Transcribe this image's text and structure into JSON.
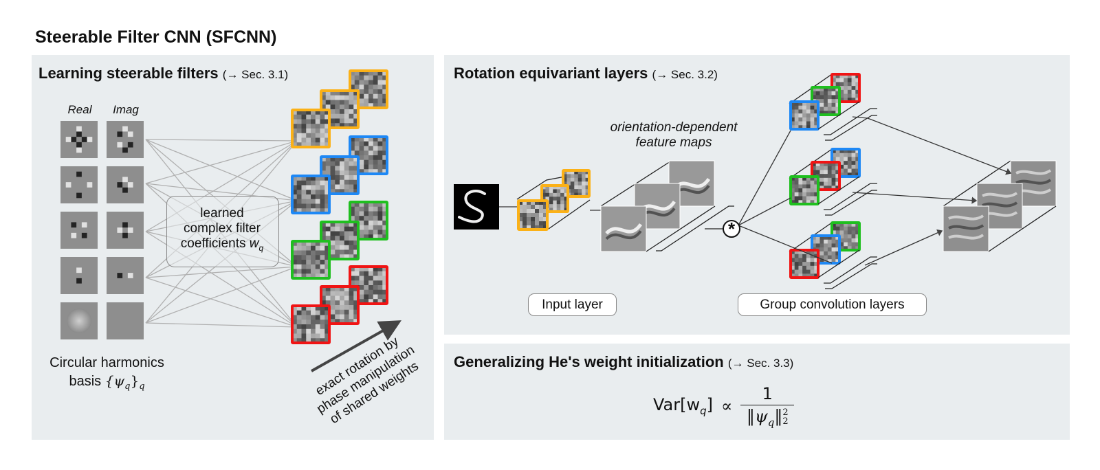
{
  "title": "Steerable Filter CNN (SFCNN)",
  "colors": {
    "panel_bg": "#e9edef",
    "orange": "#fbb117",
    "blue": "#1e88f5",
    "green": "#1fbf1f",
    "red": "#f01414",
    "line": "#b0b0b0",
    "dark_line": "#333333"
  },
  "panel_filters": {
    "heading": "Learning steerable filters",
    "ref": "(→ Sec. 3.1)",
    "col_real": "Real",
    "col_imag": "Imag",
    "coeff_box": [
      "learned",
      "complex filter",
      "coefficients "
    ],
    "coeff_symbol": "w",
    "coeff_sub": "q",
    "basis_line1": "Circular harmonics",
    "basis_line2": "basis ",
    "basis_math": "{ψ",
    "basis_sub": "q",
    "basis_close": "}",
    "basis_sub2": "q",
    "rotation_text": [
      "exact rotation by",
      "phase manipulation",
      "of shared weights"
    ],
    "filter_groups": [
      "orange",
      "blue",
      "green",
      "red"
    ]
  },
  "panel_layers": {
    "heading": "Rotation equivariant layers",
    "ref": "(→ Sec. 3.2)",
    "feature_maps_label": [
      "orientation-dependent",
      "feature maps"
    ],
    "input_layer_label": "Input layer",
    "group_conv_label": "Group convolution layers",
    "conv_symbol": "*",
    "group_orders": [
      [
        "blue",
        "green",
        "red"
      ],
      [
        "green",
        "red",
        "blue"
      ],
      [
        "red",
        "blue",
        "green"
      ]
    ]
  },
  "panel_init": {
    "heading": "Generalizing He's weight initialization",
    "ref": "(→ Sec. 3.3)",
    "formula_lhs": "Var[w",
    "formula_lhs_sub": "q",
    "formula_lhs_close": "]",
    "formula_prop": "∝",
    "formula_num": "1",
    "formula_den": "‖ψ",
    "formula_den_sub": "q",
    "formula_den_close": "‖",
    "formula_den_sup": "2",
    "formula_den_sub2": "2"
  }
}
